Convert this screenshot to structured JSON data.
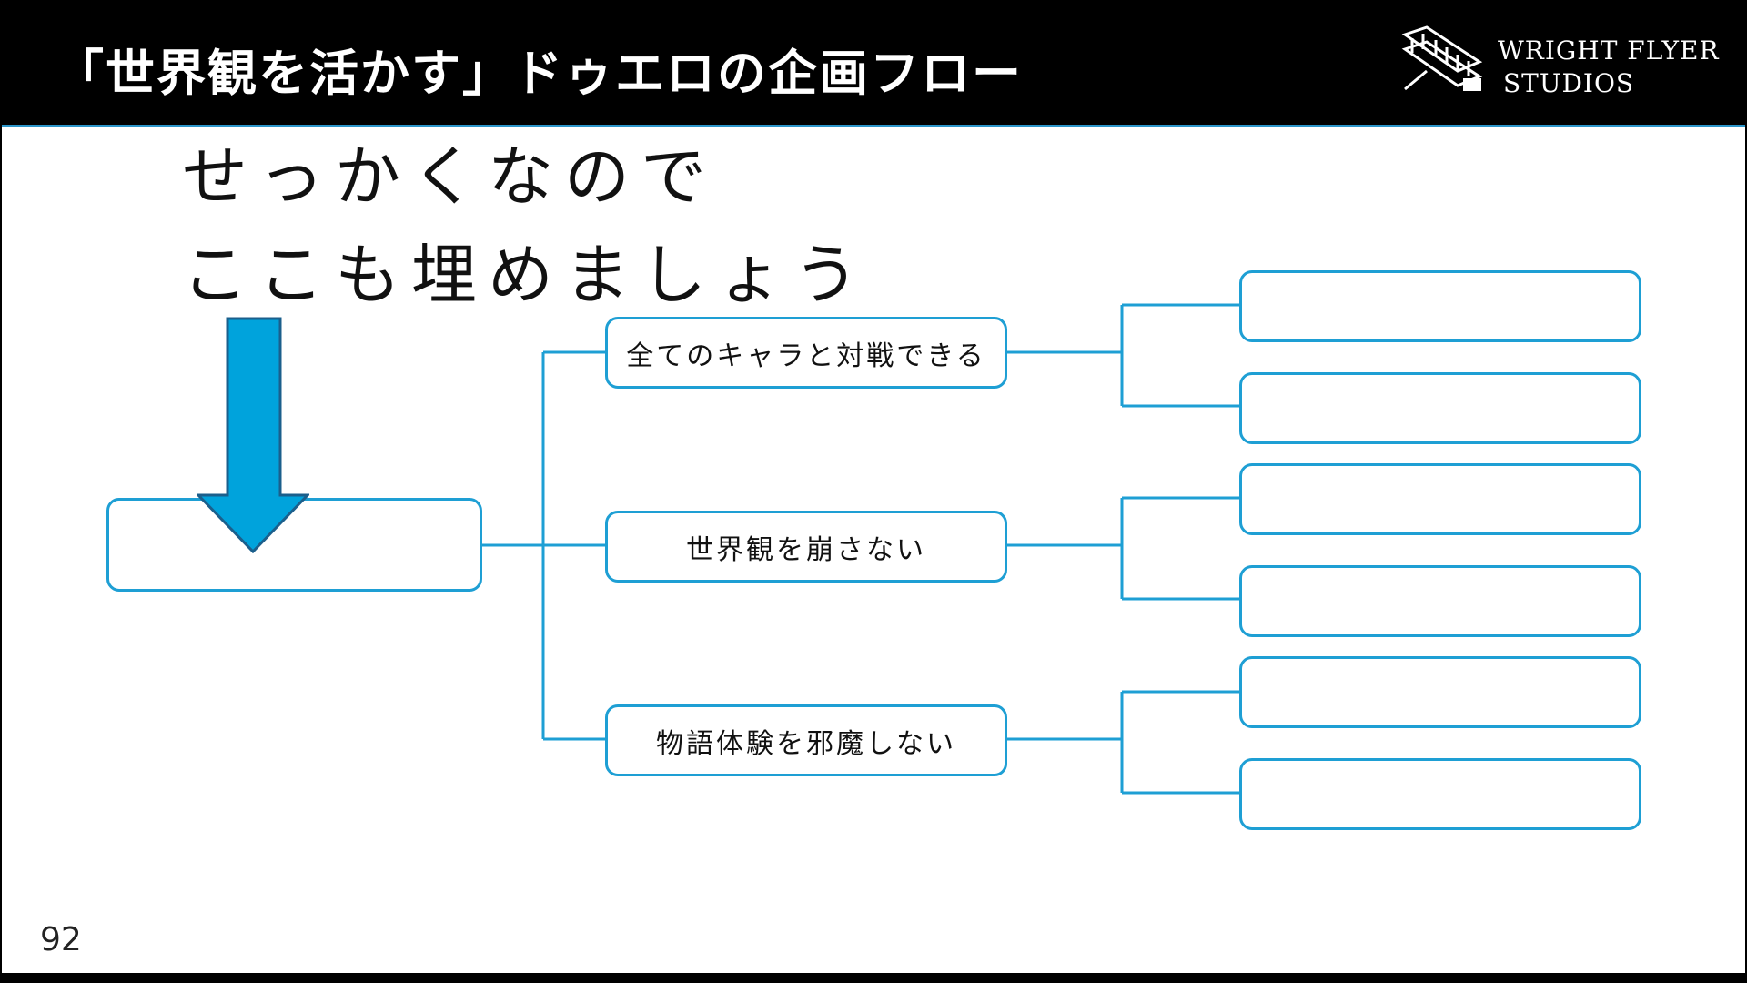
{
  "slide": {
    "title": "「世界観を活かす」ドゥエロの企画フロー",
    "page_number": "92"
  },
  "logo": {
    "line1": "WRIGHT FLYER",
    "line2": "STUDIOS"
  },
  "callout": {
    "line1": "せっかくなので",
    "line2": "ここも埋めましょう"
  },
  "tree": {
    "root": "",
    "branches": [
      {
        "label": "全てのキャラと対戦できる",
        "children": [
          "",
          ""
        ]
      },
      {
        "label": "世界観を崩さない",
        "children": [
          "",
          ""
        ]
      },
      {
        "label": "物語体験を邪魔しない",
        "children": [
          "",
          ""
        ]
      }
    ]
  },
  "colors": {
    "accent": "#1e9fd4",
    "arrow_fill": "#00a3dc",
    "arrow_stroke": "#1b5f8c",
    "header_bg": "#000000"
  },
  "icons": {
    "logo": "wright-flyer-biplane-icon",
    "pointer": "down-arrow-icon"
  }
}
